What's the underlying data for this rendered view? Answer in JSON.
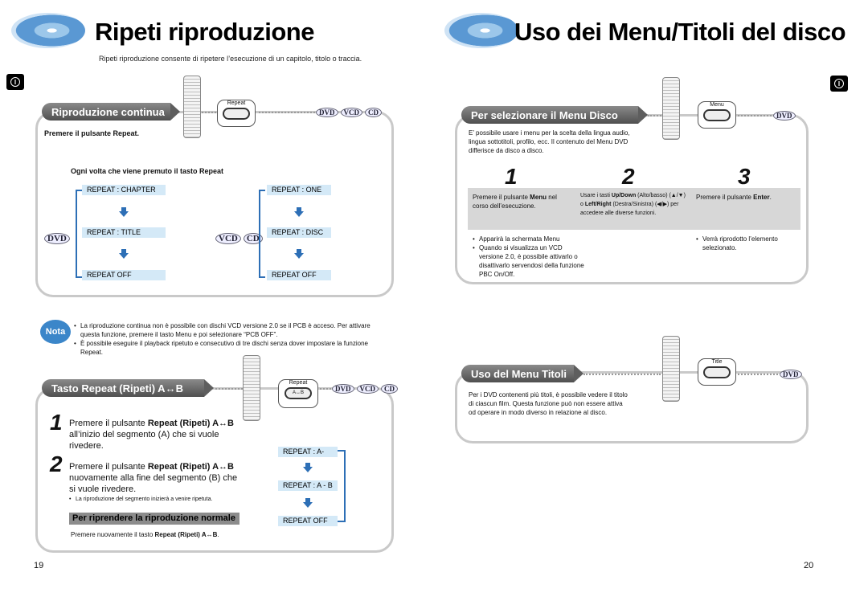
{
  "left": {
    "title": "Ripeti riproduzione",
    "subtitle": "Ripeti riproduzione consente di ripetere l’esecuzione di un capitolo, titolo o traccia.",
    "section1": {
      "tab": "Riproduzione continua",
      "button_label": "Repeat",
      "discs": [
        "DVD",
        "VCD",
        "CD"
      ],
      "instruction": "Premere il pulsante Repeat.",
      "each_press": "Ogni volta che viene premuto il tasto Repeat",
      "dvd_badge": "DVD",
      "vcd_badges": [
        "VCD",
        "CD"
      ],
      "dvd_modes": [
        "REPEAT : CHAPTER",
        "REPEAT : TITLE",
        "REPEAT OFF"
      ],
      "vcd_modes": [
        "REPEAT : ONE",
        "REPEAT : DISC",
        "REPEAT OFF"
      ]
    },
    "note": {
      "badge": "Nota",
      "items": [
        "La riproduzione continua non è possibile con dischi VCD versione 2.0 se il PCB è acceso. Per attivare questa funzione, premere il tasto Menu e poi selezionare “PCB OFF”.",
        "È possibile eseguire il playback ripetuto e consecutivo di tre dischi senza dover impostare la funzione Repeat."
      ]
    },
    "section2": {
      "tab": "Tasto Repeat (Ripeti) A↔B",
      "button_label": "Repeat",
      "button_key": "A↔B",
      "discs": [
        "DVD",
        "VCD",
        "CD"
      ],
      "step1_num": "1",
      "step1_prefix": "Premere il pulsante ",
      "step1_bold": "Repeat (Ripeti) A↔B",
      "step1_rest": "all’inizio del segmento (A) che si vuole rivedere.",
      "step2_num": "2",
      "step2_prefix": "Premere il pulsante ",
      "step2_bold": "Repeat (Ripeti) A↔B",
      "step2_rest": "nuovamente alla fine del segmento (B) che si vuole rivedere.",
      "step2_note": "La riproduzione del segmento inizierà a venire ripetuta.",
      "modes": [
        "REPEAT : A-",
        "REPEAT : A - B",
        "REPEAT OFF"
      ],
      "resume_bar": "Per riprendere la riproduzione normale",
      "resume_prefix": "Premere nuovamente il tasto ",
      "resume_bold": "Repeat (Ripeti) A↔B",
      "resume_suffix": "."
    },
    "page_number": "19"
  },
  "right": {
    "title": "Uso dei Menu/Titoli del disco",
    "section1": {
      "tab": "Per selezionare il Menu Disco",
      "button_label": "Menu",
      "disc": "DVD",
      "intro": "E’ possibile usare i menu per la scelta della lingua audio, lingua sottotitoli, profilo, ecc. Il contenuto del Menu DVD differisce da disco a disco.",
      "steps": [
        {
          "num": "1",
          "text_a": "Premere il pulsante ",
          "bold": "Menu",
          "text_b": " nel corso dell’esecuzione."
        },
        {
          "num": "2",
          "text_a": "Usare i tasti ",
          "bold": "Up/Down",
          "text_b": " (Alto/basso) (▲/▼) o ",
          "bold2": "Left/Right",
          "text_c": " (Destra/Sinistra) (◀/▶) per accedere alle diverse funzioni."
        },
        {
          "num": "3",
          "text_a": "Premere il pulsante ",
          "bold": "Enter",
          "text_b": "."
        }
      ],
      "notes_left": [
        "Apparirà la schermata Menu",
        "Quando si visualizza un VCD versione 2.0, è possibile attivarlo o disattivarlo servendosi della funzione PBC On/Off."
      ],
      "notes_right": [
        "Verrà riprodotto l’elemento selezionato."
      ]
    },
    "section2": {
      "tab": "Uso del Menu Titoli",
      "button_label": "Title",
      "disc": "DVD",
      "text": "Per i DVD contenenti più titoli, è possibile vedere il titolo di ciascun film. Questa funzione può non essere attiva od operare in modo diverso in relazione al disco."
    },
    "page_number": "20"
  }
}
